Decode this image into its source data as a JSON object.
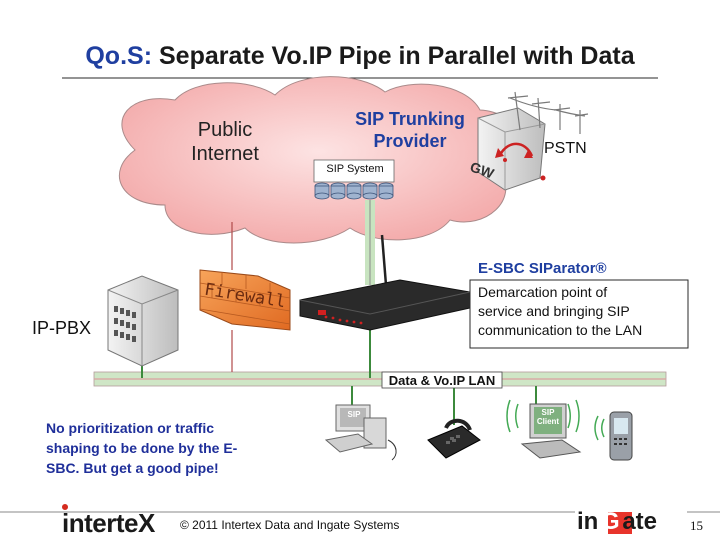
{
  "title": {
    "prefix": "Qo.S:",
    "main": "Separate Vo.IP Pipe in Parallel with Data"
  },
  "cloud": {
    "public_internet": "Public\nInternet",
    "sip_trunking_provider": "SIP Trunking\nProvider",
    "sip_system": "SIP System"
  },
  "pstn": {
    "label": "PSTN",
    "gw": "GW"
  },
  "firewall_label": "Firewall",
  "pbx_label": "IP-PBX",
  "esbc": {
    "title": "E-SBC SIParator®",
    "description": "Demarcation point of\nservice and bringing SIP\ncommunication to the LAN"
  },
  "lan_label": "Data & Vo.IP LAN",
  "note": "No prioritization or traffic\nshaping to be done by the E-\nSBC. But get a good pipe!",
  "devices": {
    "sip_pc_label": "SIP",
    "sip_client_label": "SIP\nClient"
  },
  "footer": {
    "intertex_logo": "interteX",
    "copyright": "© 2011 Intertex Data and Ingate Systems",
    "ingate_logo_prefix": "in",
    "ingate_logo_letter": "G",
    "ingate_logo_suffix": "ate",
    "page_number": "15"
  },
  "colors": {
    "title_accent": "#1f3fa0",
    "cloud_fill": "#f7b6b6",
    "lan_pipe": "#bfe0b8",
    "voip_pipe": "#8cc97e",
    "note_text": "#1f2f9a",
    "firewall": "#e8823a"
  }
}
